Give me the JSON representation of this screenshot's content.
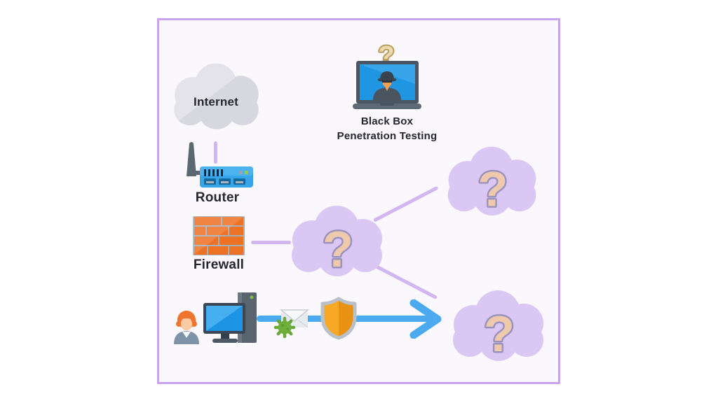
{
  "diagram": {
    "frame": {
      "page_background": "#ffffff",
      "border_color": "#c9a3ee",
      "background_color": "#faf7fd"
    },
    "internet": {
      "label": "Internet",
      "icon": "cloud-icon"
    },
    "router": {
      "label": "Router",
      "icon": "wireless-router-icon"
    },
    "firewall": {
      "label": "Firewall",
      "icon": "brick-wall-icon"
    },
    "black_box": {
      "line1": "Black Box",
      "line2": "Penetration Testing",
      "icon": "laptop-spy-icon",
      "question_mark": "?"
    },
    "unknown": {
      "question_mark": "?"
    },
    "workstation": {
      "icon": "user-desktop-icon"
    },
    "email_threat": {
      "icon": "envelope-virus-icon"
    },
    "protection": {
      "icon": "shield-icon"
    },
    "attack_path": {
      "icon": "right-arrow-icon"
    },
    "colors": {
      "cloud_lavender": "#dbc7f4",
      "cloud_gray": "#e3e3e9",
      "cloud_gray_shade": "#d7d7df",
      "connector_purple": "#d2b6f0",
      "arrow_blue": "#4aa9ef",
      "router_blue": "#36a5ea",
      "firewall_orange": "#ee7226",
      "screen_blue": "#1d93e4",
      "shield_orange": "#f6a51f",
      "virus_green": "#6fae3a",
      "question_fill": "#eec9ac",
      "question_outline": "#9b93bf",
      "laptop_question_fill": "#ecd9ae",
      "laptop_question_outline": "#bb9d60",
      "label_text": "#26262e"
    }
  }
}
